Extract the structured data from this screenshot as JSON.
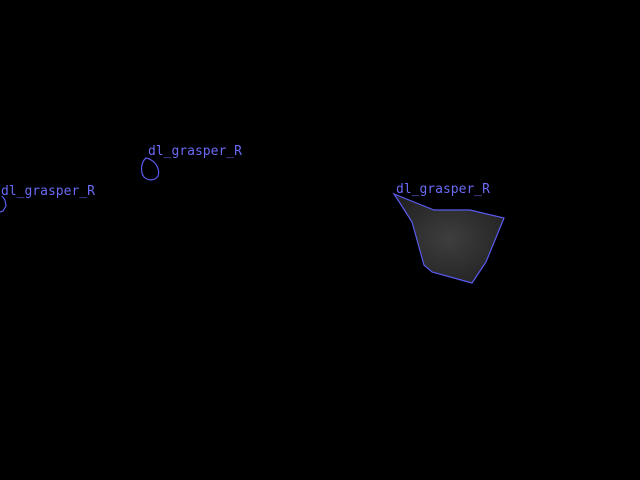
{
  "annotations": [
    {
      "label": "dl_grasper_R"
    },
    {
      "label": "dl_grasper_R"
    },
    {
      "label": "dl_grasper_R"
    }
  ],
  "colors": {
    "background": "#000000",
    "outline": "#5a5af0",
    "label": "#6a6af5",
    "fill": "#3a3a3a"
  }
}
